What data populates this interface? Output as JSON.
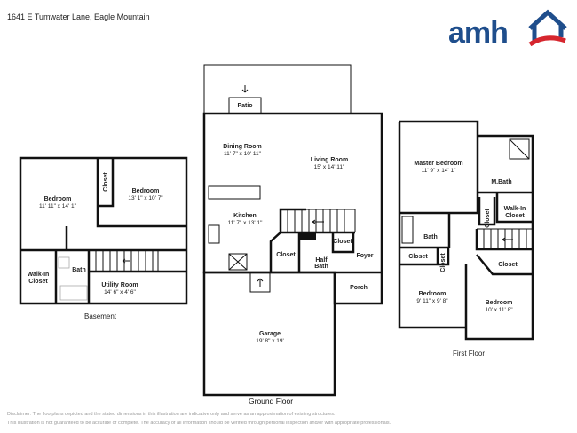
{
  "header": {
    "address": "1641 E Tumwater Lane, Eagle Mountain",
    "logo_text": "amh",
    "brand_colors": {
      "blue": "#1f4e8c",
      "red": "#d6262e"
    }
  },
  "basement": {
    "label": "Basement",
    "rooms": [
      {
        "name": "Bedroom",
        "dim": "11' 11\" x 14' 1\""
      },
      {
        "name": "Bedroom",
        "dim": "13' 1\" x 10' 7\""
      },
      {
        "name": "Closet"
      },
      {
        "name": "Bath"
      },
      {
        "name": "Walk-In",
        "name2": "Closet"
      },
      {
        "name": "Utility Room",
        "dim": "14' 6\" x 4' 6\""
      }
    ]
  },
  "ground": {
    "label": "Ground Floor",
    "rooms": [
      {
        "name": "Patio"
      },
      {
        "name": "Dining Room",
        "dim": "11' 7\" x 10' 11\""
      },
      {
        "name": "Living Room",
        "dim": "15' x 14' 11\""
      },
      {
        "name": "Kitchen",
        "dim": "11' 7\" x 13' 1\""
      },
      {
        "name": "Closet"
      },
      {
        "name": "Half",
        "name2": "Bath"
      },
      {
        "name": "Closet"
      },
      {
        "name": "Foyer"
      },
      {
        "name": "Porch"
      },
      {
        "name": "Garage",
        "dim": "19' 8\" x 19'"
      }
    ]
  },
  "first": {
    "label": "First Floor",
    "rooms": [
      {
        "name": "Master Bedroom",
        "dim": "11' 9\" x 14' 1\""
      },
      {
        "name": "M.Bath"
      },
      {
        "name": "Walk-In",
        "name2": "Closet"
      },
      {
        "name": "Closet"
      },
      {
        "name": "Bath"
      },
      {
        "name": "Closet"
      },
      {
        "name": "Closet"
      },
      {
        "name": "Closet"
      },
      {
        "name": "Bedroom",
        "dim": "9' 11\" x 9' 8\""
      },
      {
        "name": "Bedroom",
        "dim": "10' x 11' 8\""
      }
    ]
  },
  "disclaimer": [
    "Disclaimer: The floorplans depicted and the stated dimensions in this illustration are indicative only and serve as an approximation of existing structures.",
    "This illustration is not guaranteed to be accurate or complete. The accuracy of all information should be verified through personal inspection and/or with appropriate professionals."
  ]
}
